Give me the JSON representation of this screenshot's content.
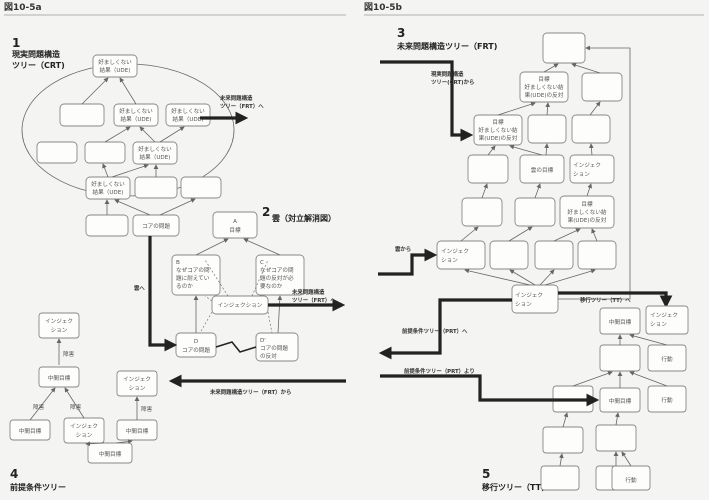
{
  "fig_a": "図10-5a",
  "fig_b": "図10-5b",
  "sec1": {
    "num": "1",
    "title1": "現実問題構造",
    "title2": "ツリー（CRT)"
  },
  "sec2": {
    "num": "2",
    "title": "雲（対立解消図）"
  },
  "sec3": {
    "num": "3",
    "title": "未来問題構造ツリー（FRT)"
  },
  "sec4": {
    "num": "4",
    "title": "前提条件ツリー"
  },
  "sec5": {
    "num": "5",
    "title": "移行ツリー（TT)"
  },
  "ude": [
    "好ましくない",
    "結果（UDE)"
  ],
  "core": "コアの問題",
  "cloud": {
    "a": [
      "A",
      "目標"
    ],
    "b": [
      "B",
      "なぜコアの問",
      "題に耐えてい",
      "るのか"
    ],
    "c": [
      "C",
      "なぜコアの問",
      "題の反対が必",
      "要なのか"
    ],
    "d": [
      "D",
      "コアの問題"
    ],
    "dp": [
      "D'",
      "コアの問題",
      "の反対"
    ],
    "injection": "インジェクション"
  },
  "injection2": [
    "インジェク",
    "ション"
  ],
  "inj_single": "インジェクション",
  "goal": "目標",
  "goal_ude": [
    "目標",
    "好ましくない結",
    "果(UDE)の反対"
  ],
  "cloud_goal": "雲の目標",
  "mid_goal": "中間目標",
  "obstacle": "障害",
  "action": "行動",
  "arrows": {
    "to_frt": "未来問題構造\nツリー（FRT）へ",
    "to_cloud": "雲へ",
    "cloud_to_frt": "未来問題構造\nツリー（FRT）へ",
    "from_crt": "現実問題構造\nツリー(CRT)から",
    "from_cloud": "雲から",
    "to_tt": "移行ツリー（TT）へ",
    "to_prt": "前提条件ツリー（PRT）へ",
    "from_prt": "前提条件ツリー（PRT）より",
    "from_frt": "未来問題構造ツリー（FRT）から"
  }
}
